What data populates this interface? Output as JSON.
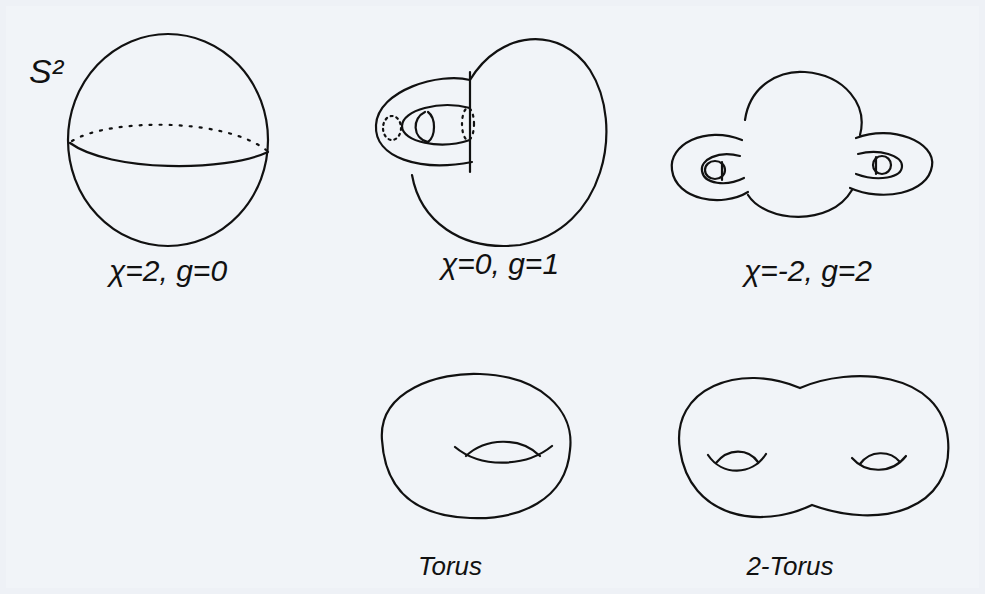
{
  "diagram": {
    "labels": [
      "S²",
      "χ=2, g=0",
      "χ=0, g=1",
      "χ=-2, g=2",
      "Torus",
      "2-Torus"
    ]
  }
}
